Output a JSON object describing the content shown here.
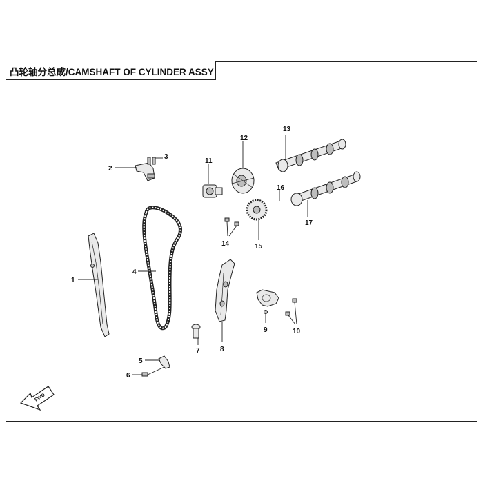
{
  "title": "凸轮轴分总成/CAMSHAFT OF CYLINDER ASSY",
  "callouts": {
    "c1": "1",
    "c2": "2",
    "c3": "3",
    "c4": "4",
    "c5": "5",
    "c6": "6",
    "c7": "7",
    "c8": "8",
    "c9": "9",
    "c10": "10",
    "c11": "11",
    "c12": "12",
    "c13": "13",
    "c14": "14",
    "c15": "15",
    "c16": "16",
    "c17": "17"
  },
  "fwd_label": "FWD",
  "colors": {
    "line": "#222222",
    "part_fill": "#e9e9e9",
    "part_dark": "#bdbdbd"
  }
}
